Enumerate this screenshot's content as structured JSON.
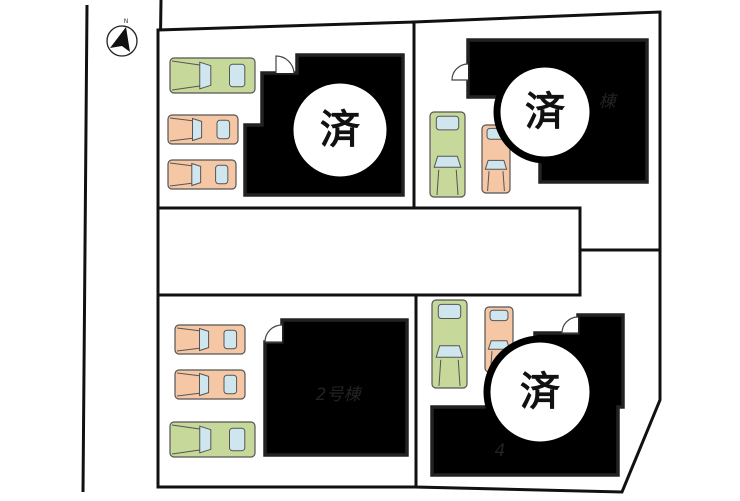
{
  "colors": {
    "house_fill": "#f2d0d6",
    "car_green": "#c6d89a",
    "car_orange": "#f6c7a4",
    "car_glass": "#cfe6ee"
  },
  "compass": {
    "label": "N",
    "icon": "north-arrow-icon"
  },
  "lots": [
    {
      "id": "top-left",
      "stamp": "済",
      "status": "sold"
    },
    {
      "id": "top-right",
      "stamp": "済",
      "label_partial": "棟",
      "status": "sold"
    },
    {
      "id": "bottom-left",
      "label": "2号棟",
      "status": "available"
    },
    {
      "id": "bottom-right",
      "stamp": "済",
      "label_partial": "4",
      "status": "sold"
    }
  ],
  "cars": [
    {
      "lot": "top-left",
      "color": "green",
      "dir": "h"
    },
    {
      "lot": "top-left",
      "color": "orange",
      "dir": "h"
    },
    {
      "lot": "top-left",
      "color": "orange",
      "dir": "h"
    },
    {
      "lot": "top-right",
      "color": "green",
      "dir": "v"
    },
    {
      "lot": "top-right",
      "color": "orange",
      "dir": "v"
    },
    {
      "lot": "bottom-left",
      "color": "orange",
      "dir": "h"
    },
    {
      "lot": "bottom-left",
      "color": "orange",
      "dir": "h"
    },
    {
      "lot": "bottom-left",
      "color": "green",
      "dir": "h"
    },
    {
      "lot": "bottom-right",
      "color": "green",
      "dir": "v"
    },
    {
      "lot": "bottom-right",
      "color": "orange",
      "dir": "v"
    }
  ]
}
